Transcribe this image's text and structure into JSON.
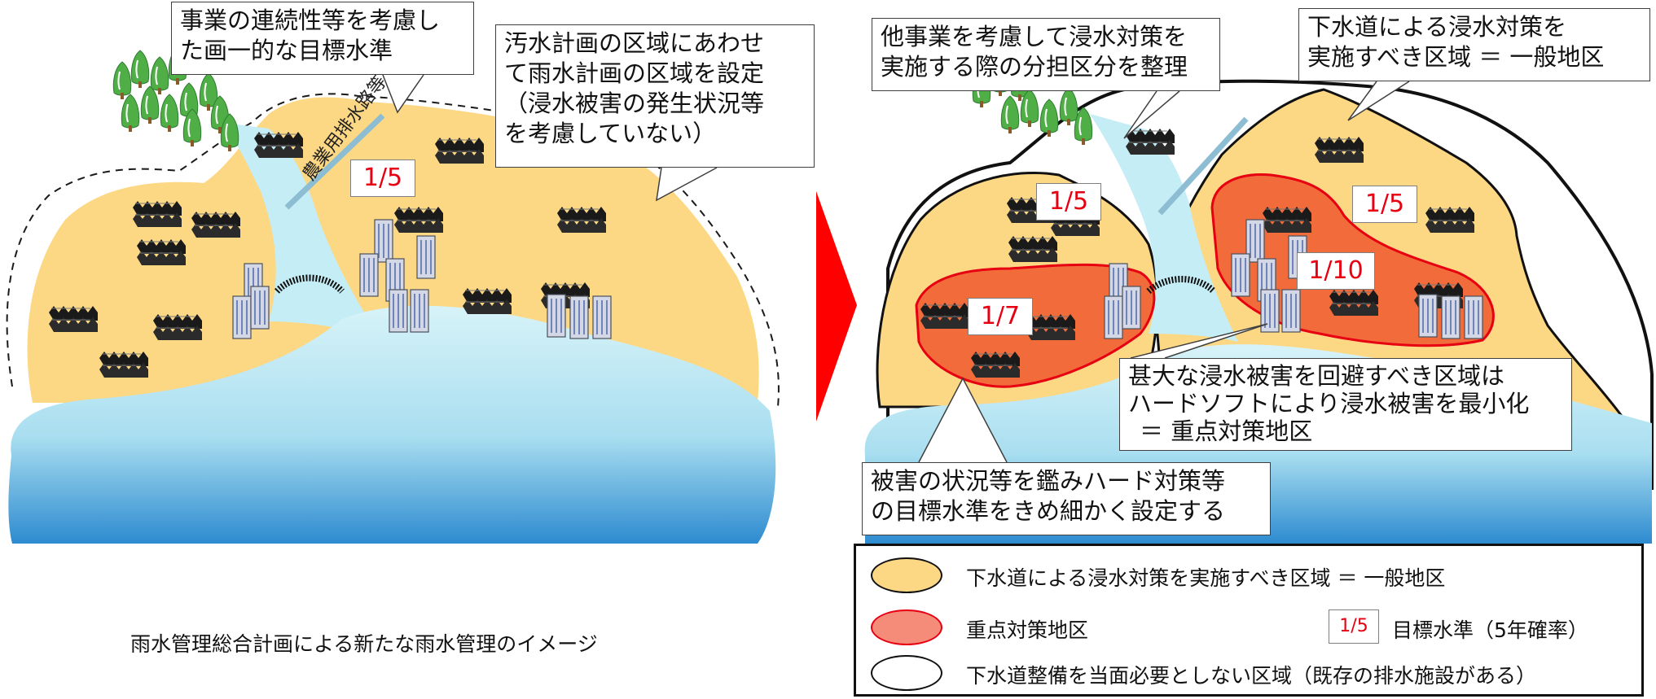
{
  "caption": "雨水管理総合計画による新たな雨水管理のイメージ",
  "left_panel": {
    "callout_uniform": [
      "事業の連続性等を考慮し",
      "た画一的な目標水準"
    ],
    "callout_area": [
      "汚水計画の区域にあわせ",
      "て雨水計画の区域を設定",
      "（浸水被害の発生状況等",
      "を考慮していない）"
    ],
    "channel_label": "農業用排水路等",
    "rate": "1/5"
  },
  "right_panel": {
    "callout_share": [
      "他事業を考慮して浸水対策を",
      "実施する際の分担区分を整理"
    ],
    "callout_general": [
      "下水道による浸水対策を",
      "実施すべき区域 ＝ 一般地区"
    ],
    "callout_priority": [
      "甚大な浸水被害を回避すべき区域は",
      "ハードソフトにより浸水被害を最小化",
      "＝ 重点対策地区"
    ],
    "callout_detail": [
      "被害の状況等を鑑みハード対策等",
      "の目標水準をきめ細かく設定する"
    ],
    "rates": {
      "top_left": "1/5",
      "top_right": "1/5",
      "priority_left": "1/7",
      "priority_right": "1/10"
    }
  },
  "legend": {
    "general": "下水道による浸水対策を実施すべき区域 ＝ 一般地区",
    "priority": "重点対策地区",
    "target_swatch": "1/5",
    "target": "目標水準（5年確率）",
    "none": "下水道整備を当面必要としない区域（既存の排水施設がある）"
  },
  "colors": {
    "general_area": "#fcd885",
    "priority_area": "#f26b3a",
    "priority_outline": "#e60012",
    "water": "#c5edf5",
    "sea_deep": "#2d8bd0",
    "arrow": "#ff0000",
    "rate_text": "#e60012"
  }
}
